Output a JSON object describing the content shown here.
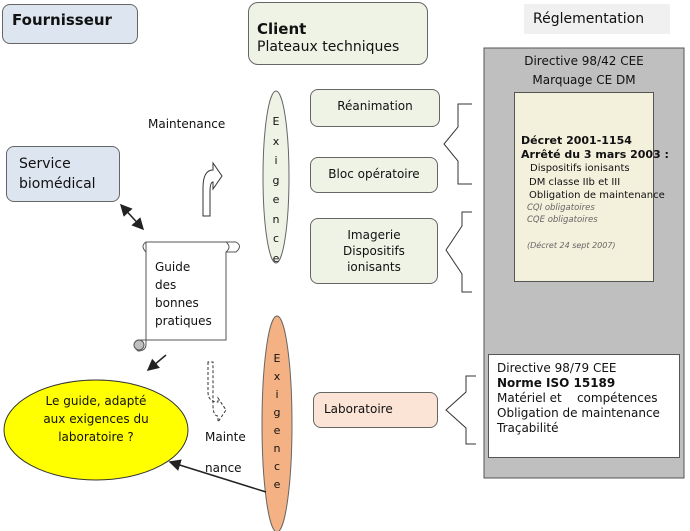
{
  "header": {
    "fournisseur": "Fournisseur",
    "client_title": "Client",
    "client_subtitle": "Plateaux techniques",
    "reglementation": "Réglementation"
  },
  "service": {
    "line1": "Service",
    "line2": "biomédical"
  },
  "maintenance_label": "Maintenance",
  "maint_split": {
    "part1": "Mainte",
    "part2": "nance"
  },
  "exigence_letters": [
    "E",
    "x",
    "i",
    "g",
    "e",
    "n",
    "c",
    "e"
  ],
  "services": {
    "reanimation": "Réanimation",
    "bloc": "Bloc opératoire",
    "imagerie": [
      "Imagerie",
      "Dispositifs",
      "ionisants"
    ],
    "laboratoire": "Laboratoire"
  },
  "guide": [
    "Guide",
    "des",
    "bonnes",
    "pratiques"
  ],
  "adapted_guide": [
    "Le guide, adapté",
    "aux exigences du",
    "laboratoire ?"
  ],
  "directive_top": {
    "line1": "Directive 98/42 CEE",
    "line2": "Marquage CE DM"
  },
  "decret": {
    "l1": "Décret 2001-1154",
    "l2": "Arrêté du 3 mars 2003 :",
    "items": [
      "Dispositifs ionisants",
      "DM classe IIb et III",
      "Obligation de maintenance"
    ],
    "italic": [
      "CQI obligatoires",
      "CQE obligatoires"
    ],
    "note": "(Décret 24 sept 2007)"
  },
  "directive_bottom": {
    "l1": "Directive 98/79 CEE",
    "l2": "Norme ISO 15189",
    "l3": "Matériel et    compétences",
    "l4": "Obligation de maintenance",
    "l5": "Traçabilité"
  },
  "colors": {
    "fournisseur_fill": "#dde5f0",
    "service_fill": "#dde5f0",
    "client_fill": "#eef3e6",
    "service_box_fill": "#eef3e6",
    "ellipse_top": "#eef3e6",
    "ellipse_bottom": "#f4b183",
    "labo_fill": "#fbe4d5",
    "yellow": "#ffff00",
    "gray_panel": "#bfbfbf",
    "decret_fill": "#f3f0dc"
  }
}
